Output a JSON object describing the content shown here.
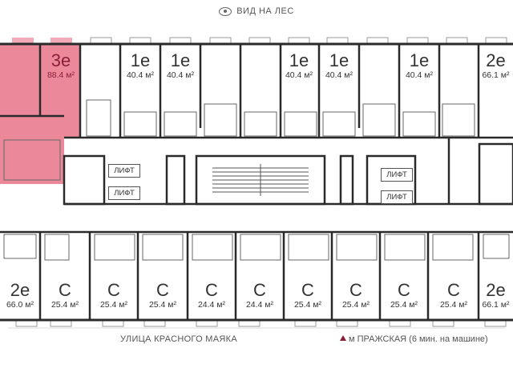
{
  "header": {
    "view_label": "ВИД НА ЛЕС"
  },
  "footer": {
    "street": "УЛИЦА КРАСНОГО МАЯКА",
    "metro": "м ПРАЖСКАЯ (6 мин. на машине)"
  },
  "colors": {
    "selected": "#e8748a",
    "selected_text": "#8a1f3a",
    "wall": "#2a2a2a",
    "window": "#9a9a9a"
  },
  "lifts": [
    "ЛИФТ",
    "ЛИФТ",
    "ЛИФТ",
    "ЛИФТ"
  ],
  "units_top": [
    {
      "type": "3е",
      "area": "88.4 м²",
      "selected": true
    },
    {
      "type": "1е",
      "area": "40.4 м²"
    },
    {
      "type": "1е",
      "area": "40.4 м²"
    },
    {
      "type": "1е",
      "area": "40.4 м²"
    },
    {
      "type": "1е",
      "area": "40.4 м²"
    },
    {
      "type": "1е",
      "area": "40.4 м²"
    },
    {
      "type": "2е",
      "area": "66.1 м²"
    }
  ],
  "units_bottom": [
    {
      "type": "2е",
      "area": "66.0 м²"
    },
    {
      "type": "С",
      "area": "25.4 м²"
    },
    {
      "type": "С",
      "area": "25.4 м²"
    },
    {
      "type": "С",
      "area": "25.4 м²"
    },
    {
      "type": "С",
      "area": "24.4 м²"
    },
    {
      "type": "С",
      "area": "24.4 м²"
    },
    {
      "type": "С",
      "area": "25.4 м²"
    },
    {
      "type": "С",
      "area": "25.4 м²"
    },
    {
      "type": "С",
      "area": "25.4 м²"
    },
    {
      "type": "С",
      "area": "25.4 м²"
    },
    {
      "type": "2е",
      "area": "66.1 м²"
    }
  ]
}
